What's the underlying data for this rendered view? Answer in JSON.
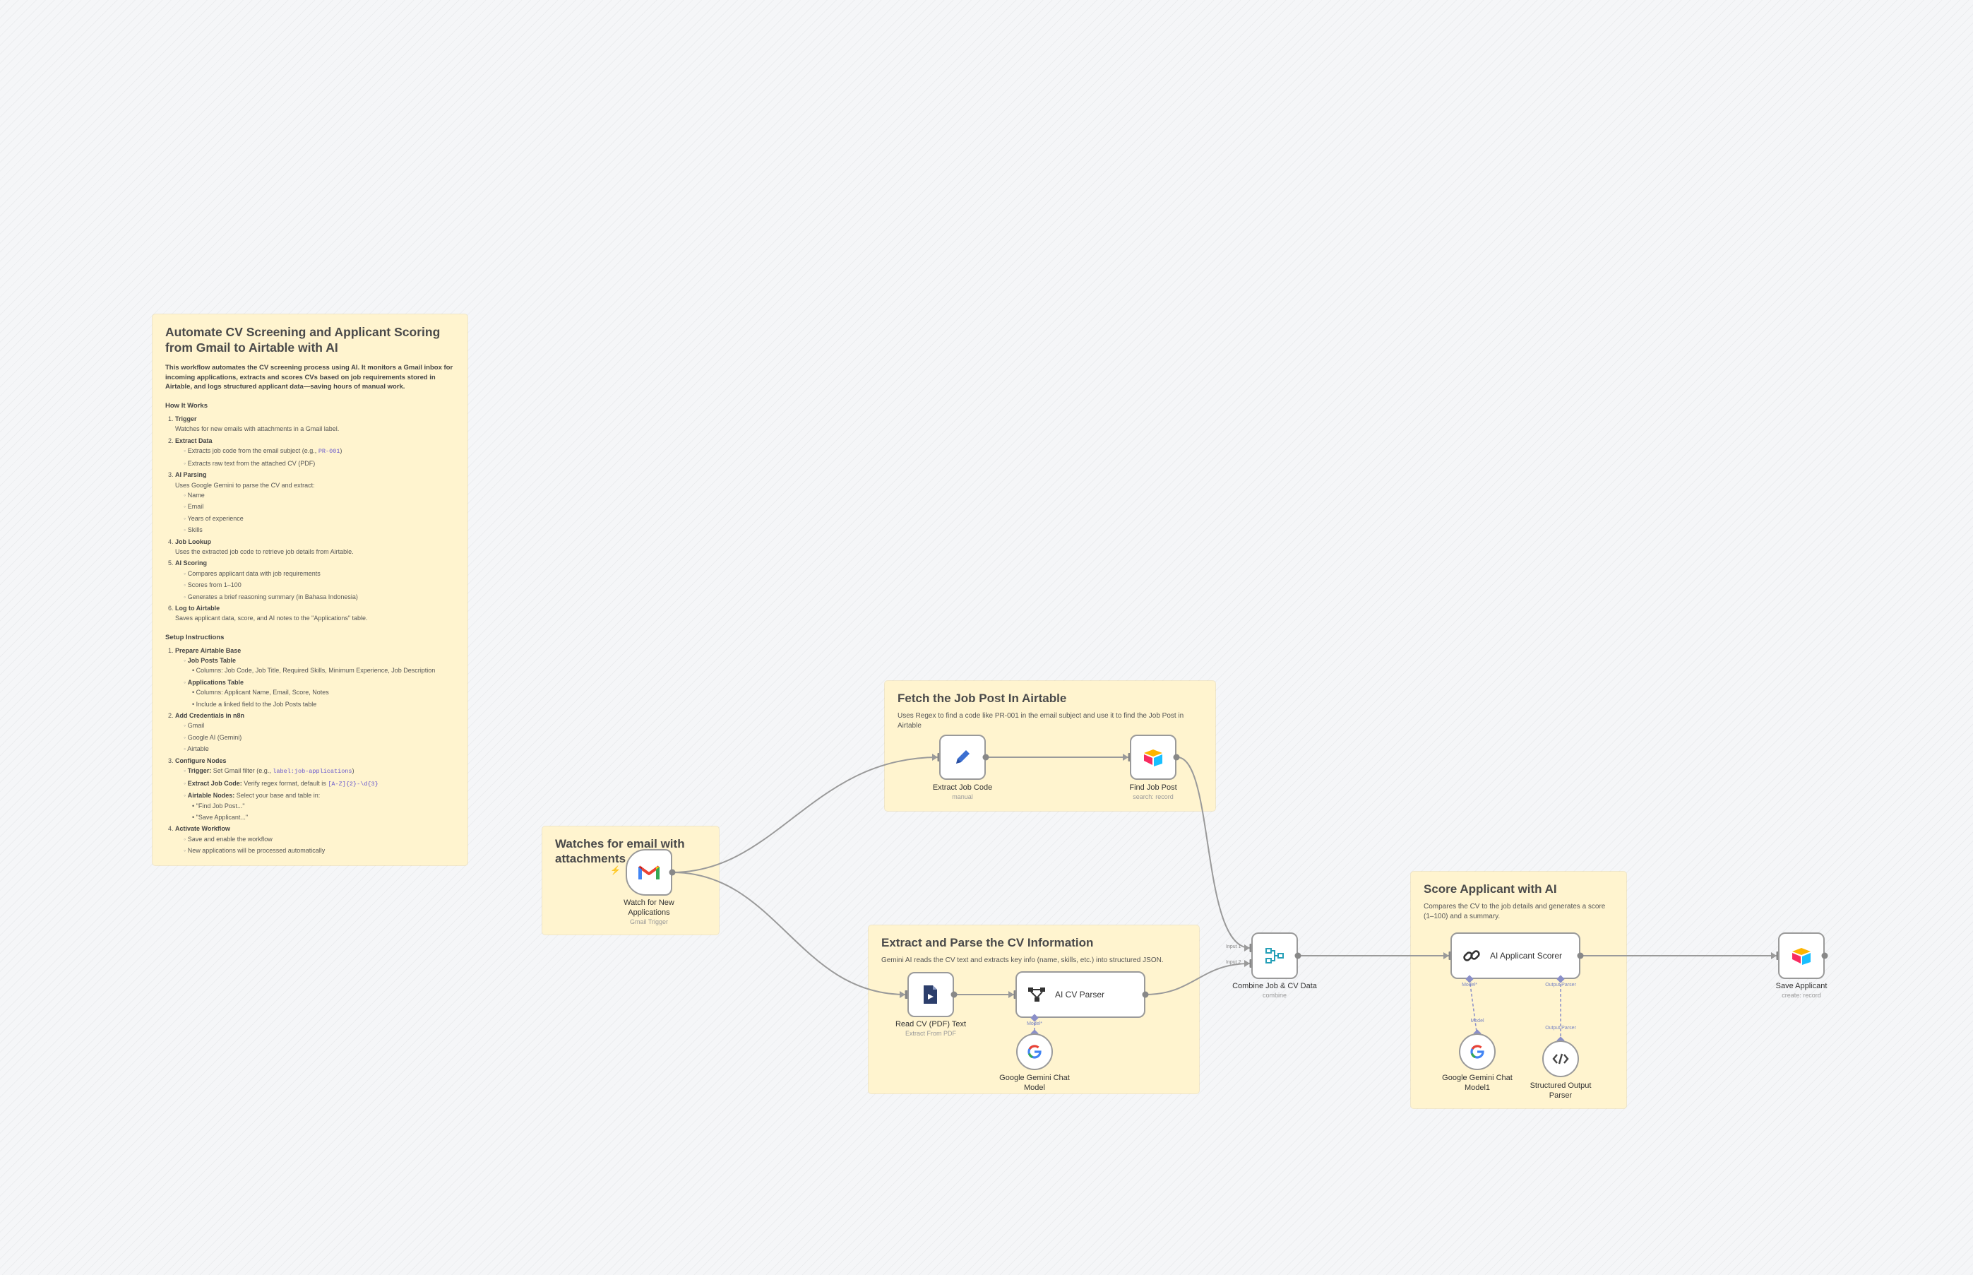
{
  "main_note": {
    "title": "Automate CV Screening and Applicant Scoring from Gmail to Airtable with AI",
    "intro": "This workflow automates the CV screening process using AI. It monitors a Gmail inbox for incoming applications, extracts and scores CVs based on job requirements stored in Airtable, and logs structured applicant data—saving hours of manual work.",
    "how_title": "How It Works",
    "how": {
      "s1_title": "Trigger",
      "s1_text": "Watches for new emails with attachments in a Gmail label.",
      "s2_title": "Extract Data",
      "s2_a": "Extracts job code from the email subject (e.g.,",
      "s2_a_code": "PR-001",
      "s2_a_end": ")",
      "s2_b": "Extracts raw text from the attached CV (PDF)",
      "s3_title": "AI Parsing",
      "s3_text": "Uses Google Gemini to parse the CV and extract:",
      "s3_items": [
        "Name",
        "Email",
        "Years of experience",
        "Skills"
      ],
      "s4_title": "Job Lookup",
      "s4_text": "Uses the extracted job code to retrieve job details from Airtable.",
      "s5_title": "AI Scoring",
      "s5_items": [
        "Compares applicant data with job requirements",
        "Scores from 1–100",
        "Generates a brief reasoning summary (in Bahasa Indonesia)"
      ],
      "s6_title": "Log to Airtable",
      "s6_text": "Saves applicant data, score, and AI notes to the \"Applications\" table."
    },
    "setup_title": "Setup Instructions",
    "setup": {
      "s1_title": "Prepare Airtable Base",
      "jp_title": "Job Posts Table",
      "jp_cols": "Columns: Job Code, Job Title, Required Skills, Minimum Experience, Job Description",
      "app_title": "Applications Table",
      "app_cols": "Columns: Applicant Name, Email, Score, Notes",
      "app_link": "Include a linked field to the Job Posts table",
      "s2_title": "Add Credentials in n8n",
      "s2_items": [
        "Gmail",
        "Google AI (Gemini)",
        "Airtable"
      ],
      "s3_title": "Configure Nodes",
      "s3_trigger_b": "Trigger:",
      "s3_trigger_t": "Set Gmail filter (e.g.,",
      "s3_trigger_code": "label:job-applications",
      "s3_trigger_end": ")",
      "s3_extract_b": "Extract Job Code:",
      "s3_extract_t": "Verify regex format, default is",
      "s3_extract_code": "[A-Z]{2}-\\d{3}",
      "s3_air_b": "Airtable Nodes:",
      "s3_air_t": "Select your base and table in:",
      "s3_air_items": [
        "\"Find Job Post...\"",
        "\"Save Applicant...\""
      ],
      "s4_title": "Activate Workflow",
      "s4_items": [
        "Save and enable the workflow",
        "New applications will be processed automatically"
      ]
    }
  },
  "groups": {
    "trigger": {
      "title": "Watches for email with attachments"
    },
    "fetch": {
      "title": "Fetch the Job Post In Airtable",
      "desc": "Uses Regex to find a code like PR-001 in the email subject and use it to find the Job Post in Airtable"
    },
    "extract": {
      "title": "Extract and Parse the CV Information",
      "desc": "Gemini AI reads the CV text and extracts key info (name, skills, etc.) into structured JSON."
    },
    "score": {
      "title": "Score Applicant with AI",
      "desc": "Compares the CV to the job details and generates a score (1–100) and a summary."
    }
  },
  "nodes": {
    "gmail": {
      "name": "Watch for New Applications",
      "type": "Gmail Trigger"
    },
    "extract_code": {
      "name": "Extract Job Code",
      "type": "manual"
    },
    "find_job": {
      "name": "Find Job Post",
      "type": "search: record"
    },
    "read_cv": {
      "name": "Read CV (PDF) Text",
      "type": "Extract From PDF"
    },
    "cv_parser": {
      "name": "AI CV Parser"
    },
    "gemini1": {
      "name": "Google Gemini Chat Model"
    },
    "combine": {
      "name": "Combine Job & CV Data",
      "type": "combine",
      "in1": "Input 1",
      "in2": "Input 2"
    },
    "scorer": {
      "name": "AI Applicant Scorer"
    },
    "gemini2": {
      "name": "Google Gemini Chat Model1"
    },
    "output_parser": {
      "name": "Structured Output Parser"
    },
    "save": {
      "name": "Save Applicant",
      "type": "create: record"
    }
  },
  "port_labels": {
    "model": "Model",
    "model_req": "Model*",
    "output_parser": "Output Parser"
  },
  "colors": {
    "sticky_bg": "#fff4cf",
    "edge": "#9a9a9a",
    "ai_edge": "#8a8fc8",
    "gmail_red": "#ea4335",
    "airtable_yellow": "#fcb400",
    "pen_blue": "#3b6fd1",
    "pdf_navy": "#2c3e6b",
    "merge_teal": "#26a0b8"
  }
}
